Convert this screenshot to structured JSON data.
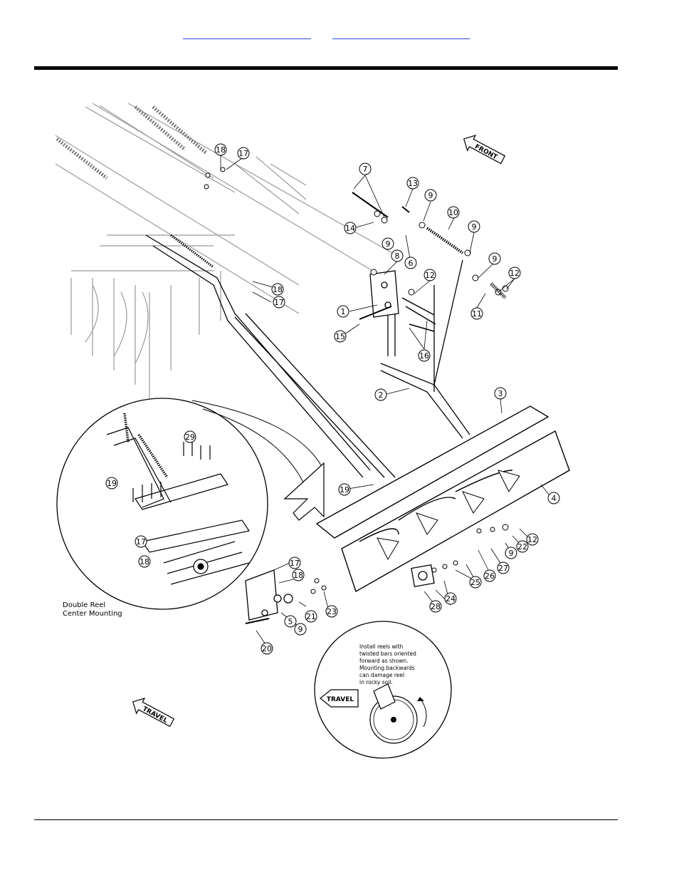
{
  "header": {
    "links": [
      "",
      ""
    ]
  },
  "diagram": {
    "callouts": [
      "1",
      "2",
      "3",
      "4",
      "5",
      "6",
      "7",
      "8",
      "9",
      "10",
      "11",
      "12",
      "13",
      "14",
      "15",
      "16",
      "17",
      "18",
      "19",
      "20",
      "21",
      "22",
      "23",
      "24",
      "25",
      "26",
      "27",
      "28",
      "29"
    ],
    "arrow_front": "FRONT",
    "arrow_travel_small": "TRAVEL",
    "detail_label_line1": "Double Reel",
    "detail_label_line2": "Center Mounting",
    "note_travel": "TRAVEL",
    "note_lines": [
      "Install reels with",
      "twisted bars oriented",
      "forward as shown.",
      "Mounting backwards",
      "can damage reel",
      "in rocky soil."
    ]
  }
}
